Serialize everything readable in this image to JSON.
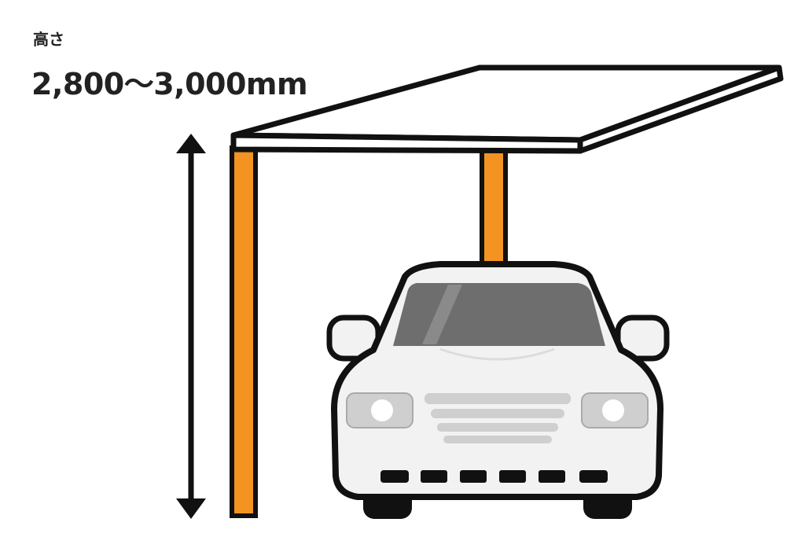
{
  "labels": {
    "height_title": "高さ",
    "height_value": "2,800〜3,000mm"
  },
  "colors": {
    "post": "#f39322",
    "outline": "#111111",
    "roof": "#ffffff",
    "car_body": "#f2f2f2",
    "car_windshield": "#6e6e6e",
    "car_grille": "#cfcfcf"
  },
  "icons": {
    "dimension": "double-headed-vertical-arrow",
    "vehicle": "car-front-view"
  }
}
